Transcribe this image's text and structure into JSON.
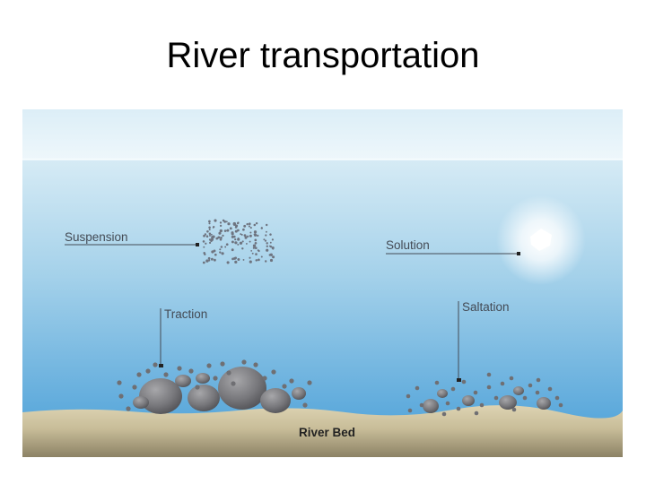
{
  "title": "River transportation",
  "labels": {
    "suspension": "Suspension",
    "solution": "Solution",
    "traction": "Traction",
    "saltation": "Saltation",
    "river_bed": "River Bed"
  },
  "colors": {
    "sky_top": "#e9f4fa",
    "water_top": "#cfe7f3",
    "water_bottom": "#5faedd",
    "sand": "#d9cfae",
    "sand_dark": "#8f8568",
    "rock": "#8a8a8d",
    "rock_dark": "#5e5e62",
    "label_text": "#444b55",
    "title_text": "#000000"
  }
}
